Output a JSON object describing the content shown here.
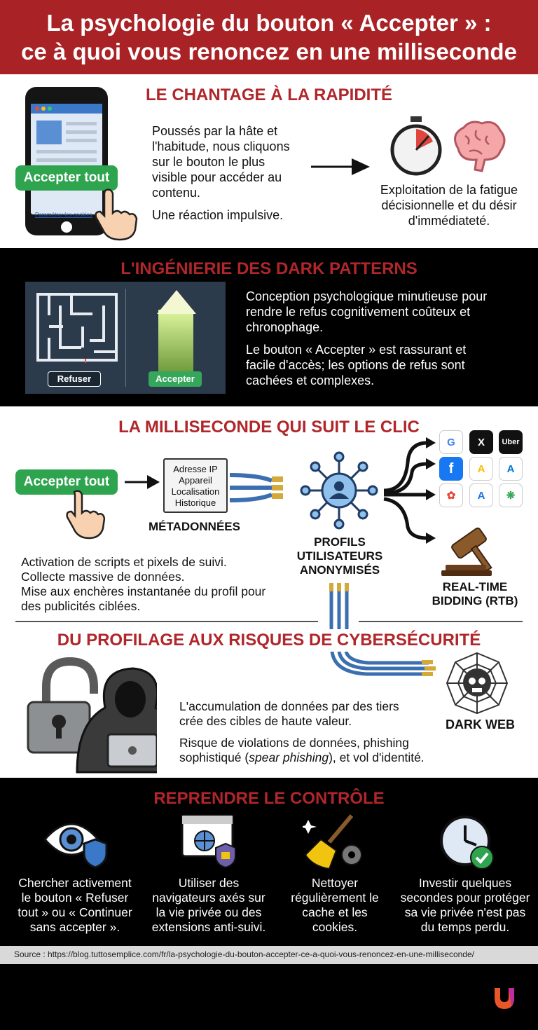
{
  "header": {
    "title_line1": "La psychologie du bouton « Accepter » :",
    "title_line2": "ce à quoi vous renoncez en une milliseconde"
  },
  "section1": {
    "title": "LE CHANTAGE À LA RAPIDITÉ",
    "phone_button": "Accepter tout",
    "phone_link": "Paramétrer les cookies",
    "paragraph1": [
      "Poussés par la hâte et",
      "l'habitude, nous cliquons",
      "sur le bouton le plus",
      "visible pour accéder au",
      "contenu."
    ],
    "paragraph2": "Une réaction impulsive.",
    "caption": [
      "Exploitation de la fatigue",
      "décisionnelle et du désir",
      "d'immédiateté."
    ]
  },
  "section2": {
    "title": "L'INGÉNIERIE DES DARK PATTERNS",
    "refuse_label": "Refuser",
    "accept_label": "Accepter",
    "paragraph1": [
      "Conception psychologique minutieuse pour",
      "rendre le refus cognitivement coûteux et",
      "chronophage."
    ],
    "paragraph2": [
      "Le bouton « Accepter » est rassurant et",
      "facile d'accès; les options de refus sont",
      "cachées et complexes."
    ]
  },
  "section3": {
    "title": "LA MILLISECONDE QUI SUIT LE CLIC",
    "button": "Accepter tout",
    "doc_lines": [
      "Adresse IP",
      "Appareil",
      "Localisation",
      "Historique"
    ],
    "metadata_label": "MÉTADONNÉES",
    "profiles_label": [
      "PROFILS",
      "UTILISATEURS",
      "ANONYMISÉS"
    ],
    "rtb_label": [
      "REAL-TIME",
      "BIDDING (RTB)"
    ],
    "logos": [
      "G",
      "X",
      "Uber",
      "f",
      "A",
      "A",
      "✿",
      "A",
      "❋"
    ],
    "body_lines": [
      "Activation de scripts et pixels de suivi.",
      "Collecte massive de données.",
      "Mise aux enchères instantanée du profil pour",
      "des publicités ciblées."
    ]
  },
  "section3b": {
    "title": "DU PROFILAGE AUX RISQUES DE CYBERSÉCURITÉ",
    "paragraph1": [
      "L'accumulation de données par des tiers",
      "crée des cibles de haute valeur."
    ],
    "paragraph2_line1": "Risque de violations de données, phishing",
    "paragraph2_line2_a": "sophistiqué (",
    "paragraph2_line2_em": "spear phishing",
    "paragraph2_line2_b": "), et vol d'identité.",
    "dark_web_label": "DARK WEB"
  },
  "section4": {
    "title": "REPRENDRE LE CONTRÔLE",
    "items": [
      {
        "icon": "eye-shield-icon",
        "lines": [
          "Chercher activement",
          "le bouton « Refuser",
          "tout » ou « Continuer",
          "sans accepter »."
        ]
      },
      {
        "icon": "browser-lock-icon",
        "lines": [
          "Utiliser des",
          "navigateurs axés sur",
          "la vie privée ou des",
          "extensions anti-suivi."
        ]
      },
      {
        "icon": "broom-gear-icon",
        "lines": [
          "Nettoyer",
          "régulièrement le",
          "cache et les",
          "cookies."
        ]
      },
      {
        "icon": "clock-check-icon",
        "lines": [
          "Investir quelques",
          "secondes pour protéger",
          "sa vie privée n'est pas",
          "du temps perdu."
        ]
      }
    ]
  },
  "source": "Source : https://blog.tuttosemplice.com/fr/la-psychologie-du-bouton-accepter-ce-a-quoi-vous-renoncez-en-une-milliseconde/",
  "colors": {
    "red": "#a92225",
    "title_red": "#b0262a",
    "green": "#2ea44f"
  }
}
